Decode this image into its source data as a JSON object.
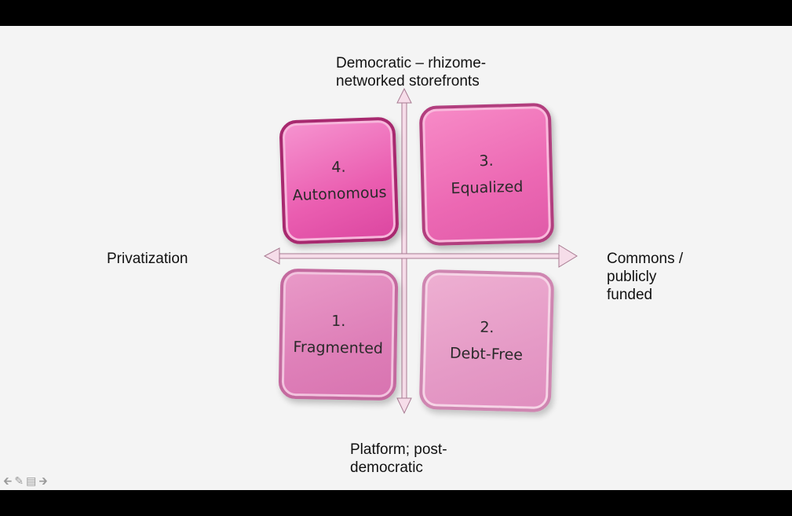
{
  "axes": {
    "top": "Democratic – rhizome-networked storefronts",
    "bottom": "Platform; post-democratic",
    "left": "Privatization",
    "right": "Commons / publicly funded"
  },
  "quadrants": [
    {
      "number": "4.",
      "label": "Autonomous"
    },
    {
      "number": "3.",
      "label": "Equalized"
    },
    {
      "number": "1.",
      "label": "Fragmented"
    },
    {
      "number": "2.",
      "label": "Debt-Free"
    }
  ],
  "colors": {
    "autonomous": "#e45aac",
    "equalized": "#ec68b3",
    "fragmented": "#de7fb8",
    "debt_free": "#e59ac6",
    "axis": "#f6dde9"
  },
  "icons": [
    "back-arrow-icon",
    "pen-icon",
    "menu-icon",
    "forward-arrow-icon"
  ]
}
